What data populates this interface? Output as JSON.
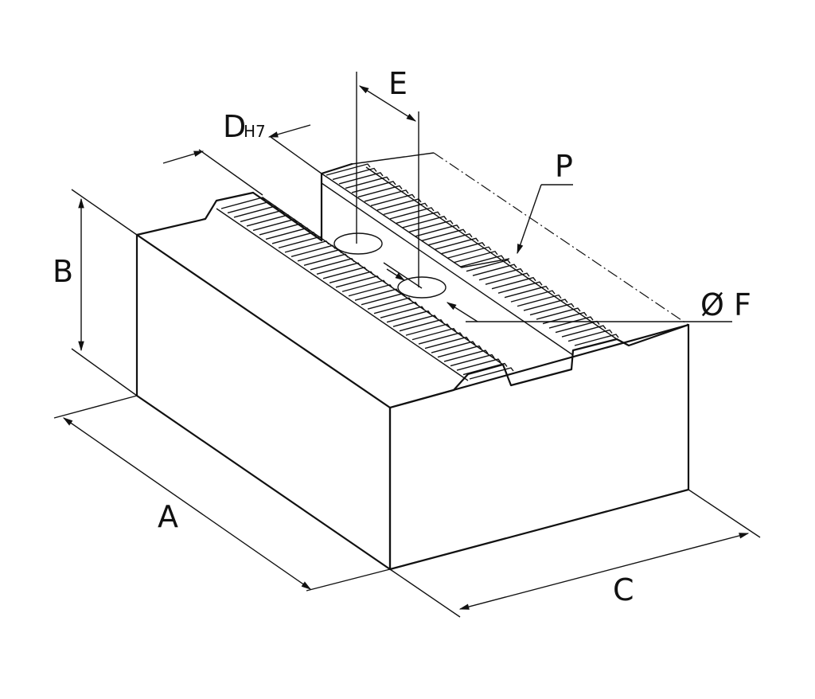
{
  "labels": {
    "a": "A",
    "b": "B",
    "c": "C",
    "d": "D",
    "d_sub": "H7",
    "e": "E",
    "f": "Ø F",
    "p": "P"
  },
  "colors": {
    "ink": "#111111",
    "paper": "#ffffff"
  }
}
